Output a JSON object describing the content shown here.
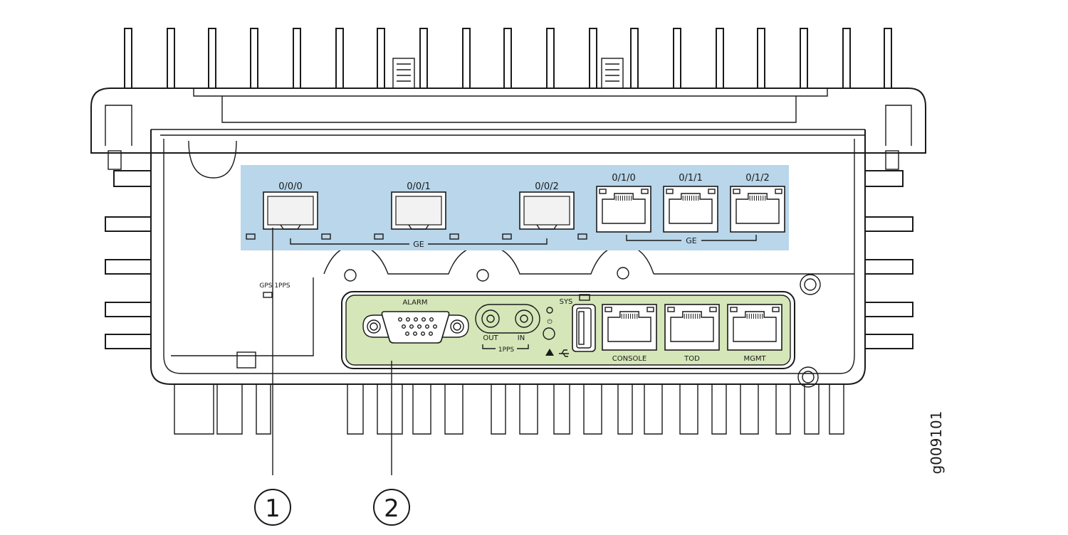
{
  "figure_id": "g009101",
  "blue_panel": {
    "sfp_ports": [
      "0/0/0",
      "0/0/1",
      "0/0/2"
    ],
    "sfp_group_label": "GE",
    "rj45_ports": [
      "0/1/0",
      "0/1/1",
      "0/1/2"
    ],
    "rj45_group_label": "GE"
  },
  "gps_label": "GPS 1PPS",
  "green_panel": {
    "alarm_label": "ALARM",
    "pps_out_label": "OUT",
    "pps_in_label": "IN",
    "pps_group_label": "1PPS",
    "sys_label": "SYS",
    "power_symbol": "⏻",
    "port_labels": [
      "CONSOLE",
      "TOD",
      "MGMT"
    ]
  },
  "callouts": [
    "1",
    "2"
  ],
  "colors": {
    "blue_panel": "#b9d6ea",
    "green_panel": "#d5e6b8",
    "line": "#1a1a1a"
  }
}
